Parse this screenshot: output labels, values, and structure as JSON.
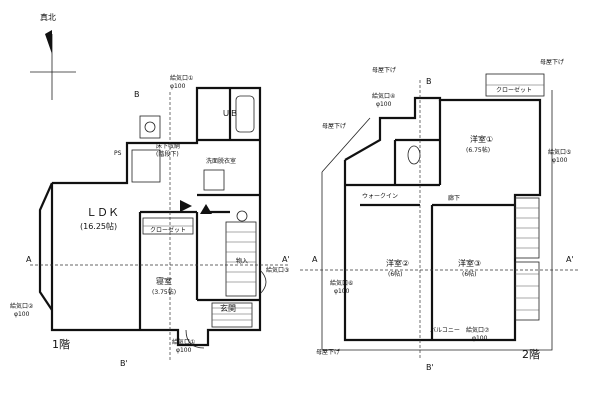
{
  "north": "真北",
  "floor1": {
    "title": "1階",
    "rooms": {
      "ldk_name": "ＬＤＫ",
      "ldk_area": "(16.25帖)",
      "bed_name": "寝室",
      "bed_area": "(3.75帖)",
      "washroom": "洗面脱衣室",
      "bath": "ＵＢ",
      "under_storage": "床下収納",
      "stair_storage": "(階段下)",
      "entrance": "玄関",
      "storage_small": "物入",
      "closet": "クローゼット",
      "kitchen_ps": "PS"
    },
    "annotations": {
      "vent_top_1": "給気口①",
      "vent_top_2": "φ100",
      "vent_bottom_1": "給気口①",
      "vent_bottom_2": "φ100",
      "vent_left_1": "給気口②",
      "vent_left_2": "φ100",
      "vent_right": "給気口③"
    }
  },
  "floor2": {
    "title": "2階",
    "rooms": {
      "bed1_name": "洋室①",
      "bed1_area": "(6.75帖)",
      "bed2_name": "洋室②",
      "bed2_area": "(6帖)",
      "bed3_name": "洋室③",
      "bed3_area": "(6帖)",
      "hall": "廊下",
      "wic": "ウォークイン",
      "closet": "クローゼット",
      "balcony": "バルコニー"
    },
    "annotations": {
      "eave_top_left": "母屋下げ",
      "eave_top_right": "母屋下げ",
      "eave_mid_left": "母屋下げ",
      "eave_bottom_left": "母屋下げ",
      "vent_top_1": "給気口④",
      "vent_top_2": "φ100",
      "vent_right_1": "給気口⑤",
      "vent_right_2": "φ100",
      "vent_left_1": "給気口⑥",
      "vent_left_2": "φ100",
      "vent_bottom_1": "給気口⑦",
      "vent_bottom_2": "φ100"
    }
  },
  "section_marks": {
    "a": "A",
    "a_prime": "A'",
    "b": "B",
    "b_prime": "B'"
  }
}
